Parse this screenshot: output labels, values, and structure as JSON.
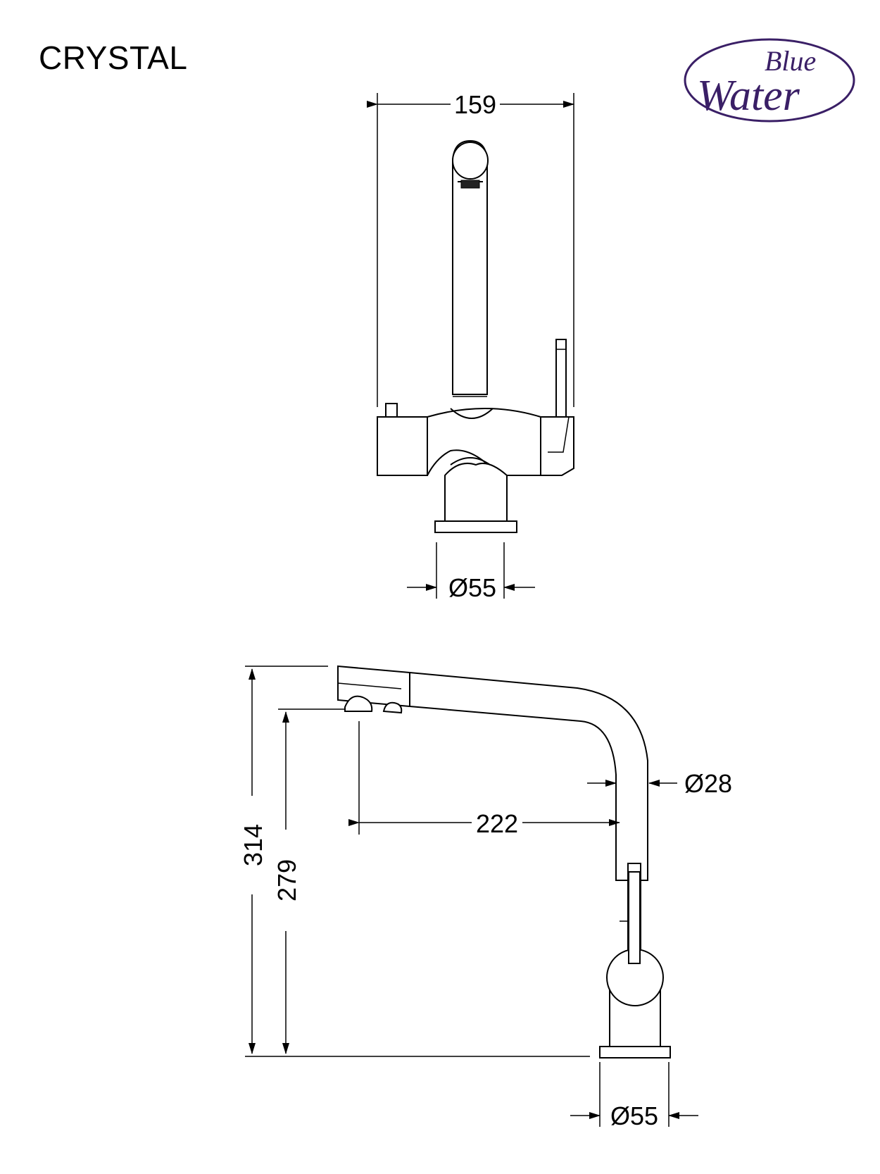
{
  "header": {
    "title": "CRYSTAL",
    "brand_line1": "Blue",
    "brand_line2": "Water",
    "brand_color": "#3a1f66"
  },
  "front_view": {
    "width_dim": "159",
    "base_diameter_dim": "Ø55"
  },
  "side_view": {
    "total_height_dim": "314",
    "spout_height_dim": "279",
    "reach_dim": "222",
    "spout_diameter_dim": "Ø28",
    "base_diameter_dim": "Ø55"
  }
}
